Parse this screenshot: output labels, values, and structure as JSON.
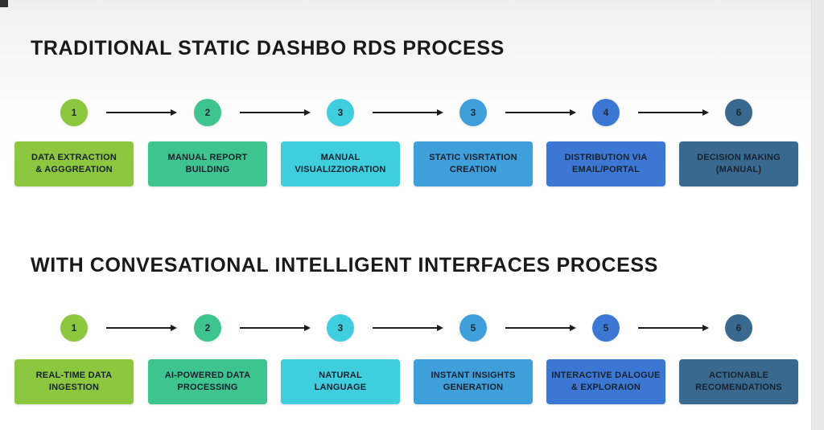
{
  "page": {
    "background": "#ffffff",
    "edge_band_color": "#e9e9e8",
    "arrow_color": "#1c1c1c"
  },
  "sections": [
    {
      "title": "TRADITIONAL STATIC DASHBO RDS PROCESS",
      "steps": [
        {
          "number": "1",
          "color": "#8dc63f",
          "line1": "DATA EXTRACTION",
          "line2": "& AGGGREATION"
        },
        {
          "number": "2",
          "color": "#3ec48e",
          "line1": "MANUAL REPORT",
          "line2": "BUILDING"
        },
        {
          "number": "3",
          "color": "#3ecede",
          "line1": "MANUAL",
          "line2": "VISUALIZZIORATION"
        },
        {
          "number": "3",
          "color": "#3f9fdb",
          "line1": "STATIC VISRTATION",
          "line2": "CREATION"
        },
        {
          "number": "4",
          "color": "#3c78d3",
          "line1": "DISTRIBUTION VIA",
          "line2": "EMAIL/PORTAL"
        },
        {
          "number": "6",
          "color": "#39698f",
          "line1": "DECISION MAKING",
          "line2": "(MANUAL)"
        }
      ]
    },
    {
      "title": "WITH CONVESATIONAL INTELLIGENT INTERFACES PROCESS",
      "steps": [
        {
          "number": "1",
          "color": "#8dc63f",
          "line1": "REAL-TIME DATA",
          "line2": "INGESTION"
        },
        {
          "number": "2",
          "color": "#3ec48e",
          "line1": "AI-POWERED DATA",
          "line2": "PROCESSING"
        },
        {
          "number": "3",
          "color": "#3ecede",
          "line1": "NATURAL",
          "line2": "LANGUAGE"
        },
        {
          "number": "5",
          "color": "#3f9fdb",
          "line1": "INSTANT INSIGHTS",
          "line2": "GENERATION"
        },
        {
          "number": "5",
          "color": "#3c78d3",
          "line1": "INTERACTIVE DALOGUE",
          "line2": "& EXPLORAION"
        },
        {
          "number": "6",
          "color": "#39698f",
          "line1": "ACTIONABLE",
          "line2": "RECOMENDATIONS"
        }
      ]
    }
  ]
}
